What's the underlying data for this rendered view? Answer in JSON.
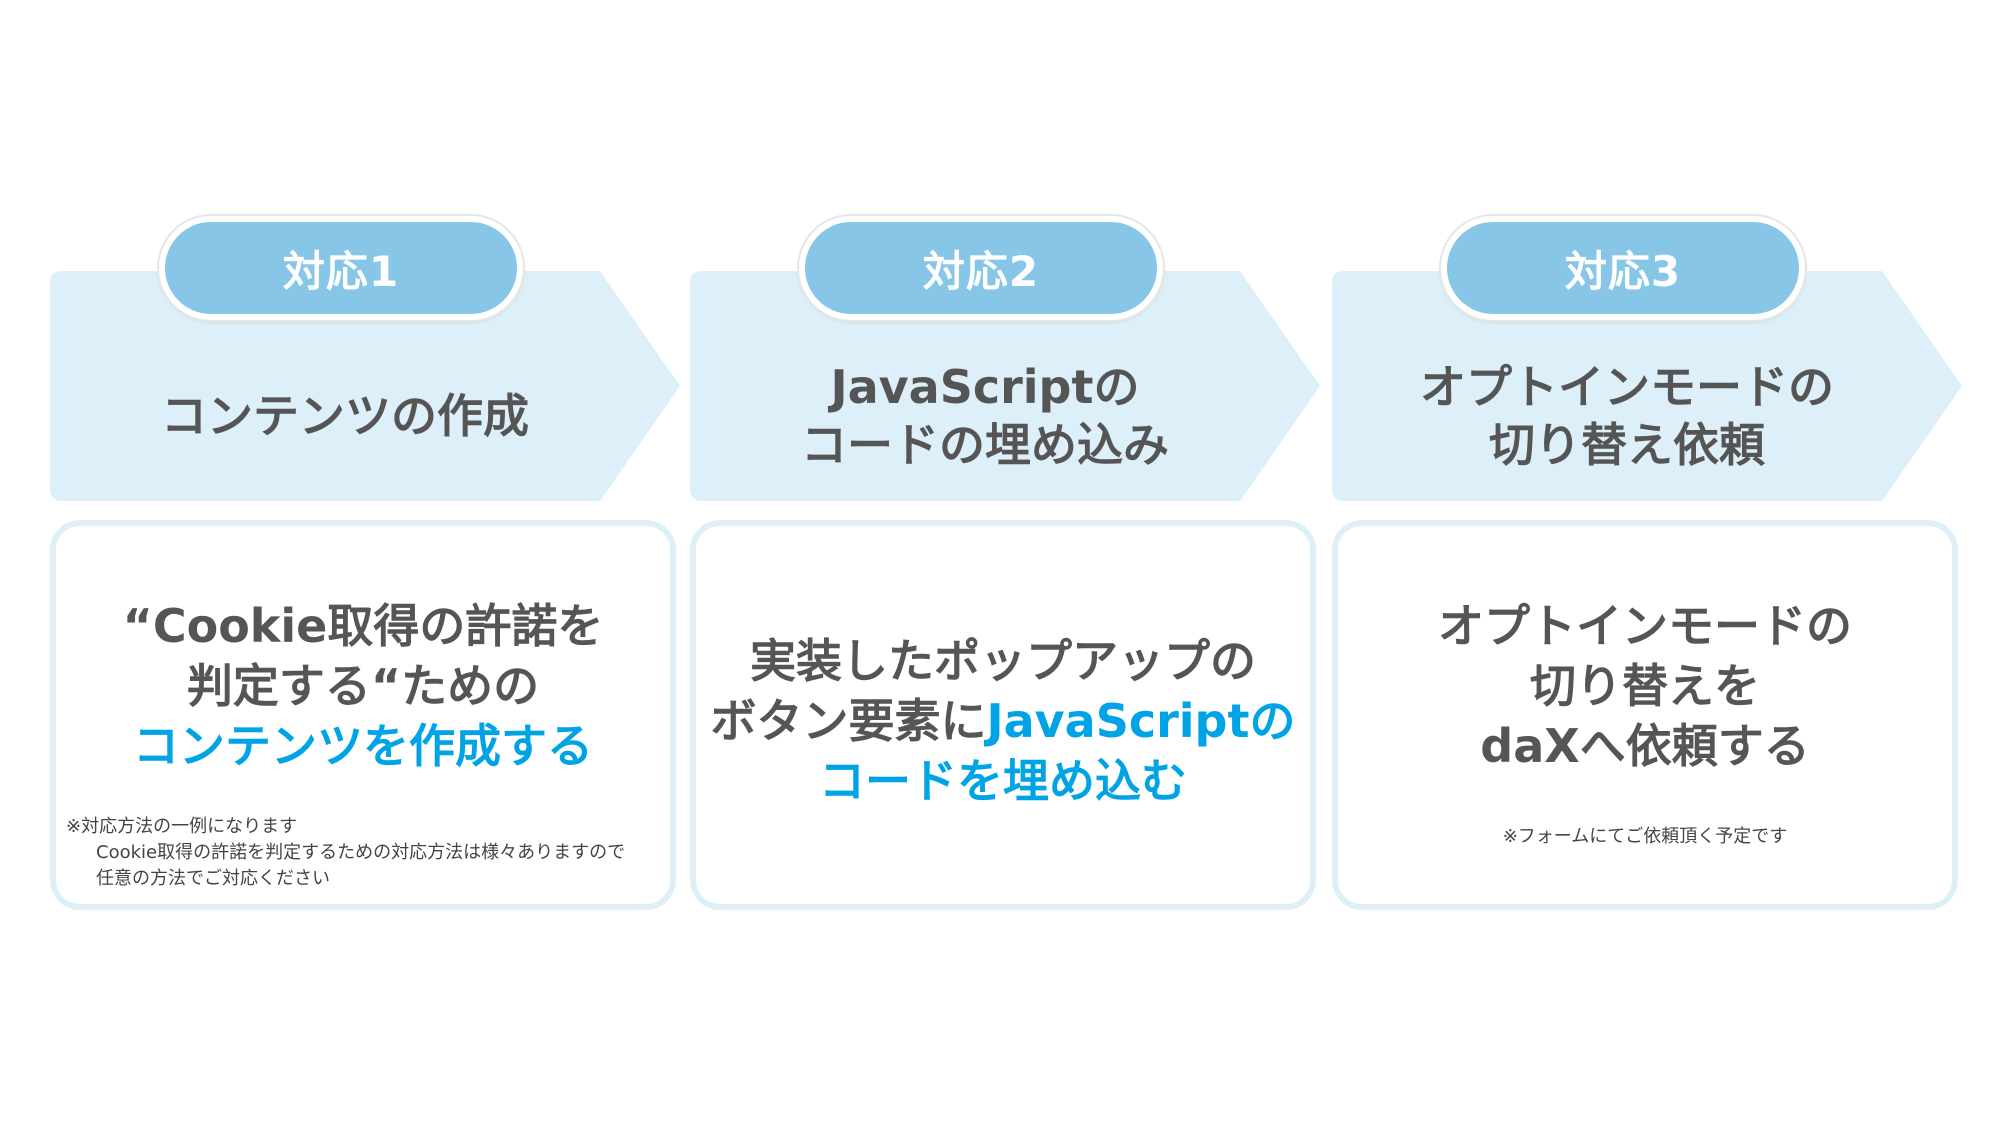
{
  "colors": {
    "chevron_fill": "#ddeff8",
    "badge_fill": "#87c6e6",
    "card_border": "#deeff8",
    "text_dark": "#555555",
    "highlight": "#00a3e6"
  },
  "steps": [
    {
      "badge": "対応1",
      "title_lines": [
        "コンテンツの作成"
      ],
      "body": [
        {
          "text": "“Cookie取得の許諾を",
          "highlight": false
        },
        {
          "text": "判定する“ための",
          "highlight": false
        },
        {
          "text": "コンテンツを作成する",
          "highlight": true
        }
      ],
      "note_lines": [
        "※対応方法の一例になります",
        "Cookie取得の許諾を判定するための対応方法は様々ありますので",
        "任意の方法でご対応ください"
      ]
    },
    {
      "badge": "対応2",
      "title_lines": [
        "JavaScriptの",
        "コードの埋め込み"
      ],
      "body_line1": "実装したポップアップの",
      "body_line2_plain": "ボタン要素に",
      "body_line2_hl": "JavaScriptの",
      "body_line3_hl": "コードを埋め込む"
    },
    {
      "badge": "対応3",
      "title_lines": [
        "オプトインモードの",
        "切り替え依頼"
      ],
      "body": [
        {
          "text": "オプトインモードの",
          "highlight": false
        },
        {
          "text": "切り替えを",
          "highlight": false
        },
        {
          "text": "daXへ依頼する",
          "highlight": false
        }
      ],
      "note": "※フォームにてご依頼頂く予定です"
    }
  ]
}
